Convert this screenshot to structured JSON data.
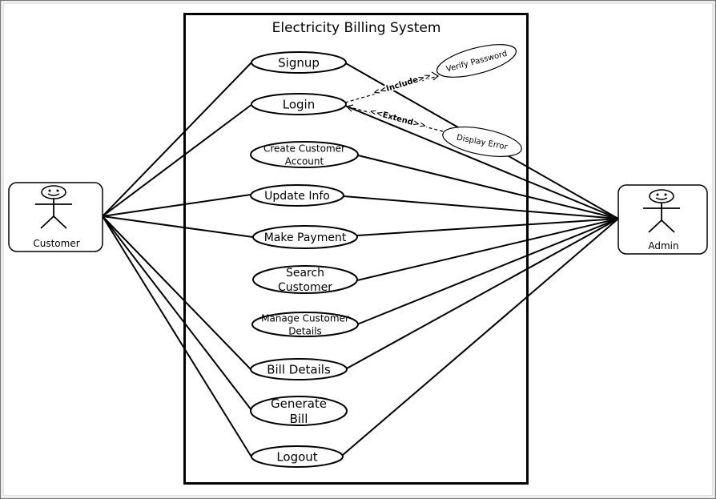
{
  "diagram": {
    "system_title": "Electricity Billing System",
    "actors": [
      {
        "id": "customer",
        "name": "Customer"
      },
      {
        "id": "admin",
        "name": "Admin"
      }
    ],
    "use_cases": [
      {
        "id": "signup",
        "label": [
          "Signup"
        ]
      },
      {
        "id": "login",
        "label": [
          "Login"
        ]
      },
      {
        "id": "create-customer-account",
        "label": [
          "Create Customer",
          "Account"
        ]
      },
      {
        "id": "update-info",
        "label": [
          "Update Info"
        ]
      },
      {
        "id": "make-payment",
        "label": [
          "Make Payment"
        ]
      },
      {
        "id": "search-customer",
        "label": [
          "Search",
          "Customer"
        ]
      },
      {
        "id": "manage-customer-details",
        "label": [
          "Manage Customer",
          "Details"
        ]
      },
      {
        "id": "bill-details",
        "label": [
          "Bill Details"
        ]
      },
      {
        "id": "generate-bill",
        "label": [
          "Generate",
          "Bill"
        ]
      },
      {
        "id": "logout",
        "label": [
          "Logout"
        ]
      }
    ],
    "extension_cases": [
      {
        "id": "verify-password",
        "label": "Verify Password"
      },
      {
        "id": "display-error",
        "label": "Display Error"
      }
    ],
    "relationships": [
      {
        "id": "include",
        "label": "<<Include>>",
        "from": "login",
        "to": "verify-password"
      },
      {
        "id": "extend",
        "label": "<<Extend>>",
        "from": "display-error",
        "to": "login"
      }
    ],
    "associations": {
      "customer": [
        "signup",
        "login",
        "update-info",
        "make-payment",
        "bill-details",
        "generate-bill",
        "logout"
      ],
      "admin": [
        "signup",
        "login",
        "create-customer-account",
        "update-info",
        "make-payment",
        "search-customer",
        "manage-customer-details",
        "bill-details",
        "logout"
      ]
    }
  }
}
